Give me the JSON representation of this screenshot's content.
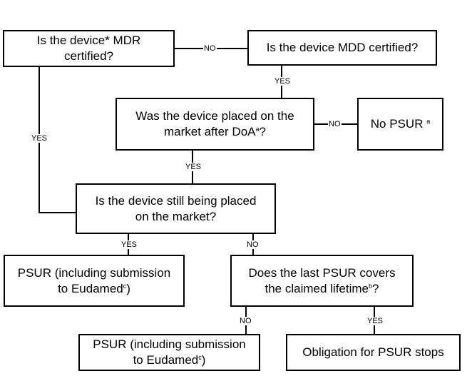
{
  "boxes": {
    "mdr": {
      "line1": "Is the device* MDR",
      "line2": "certified?"
    },
    "mdd": {
      "line1": "Is the device MDD certified?"
    },
    "placed_after_doa": {
      "line1": "Was the device placed on the",
      "line2_pre": "market after DoA",
      "line2_sup": "a",
      "line2_post": "?"
    },
    "no_psur": {
      "text": "No PSUR",
      "sup": "a"
    },
    "still_placed": {
      "line1": "Is the device still being placed",
      "line2": "on the market?"
    },
    "psur_left": {
      "line1": "PSUR (including submission",
      "line2_pre": "to Eudamed",
      "line2_sup": "c",
      "line2_post": ")"
    },
    "last_psur": {
      "line1": "Does the last PSUR covers",
      "line2_pre": "the claimed lifetime",
      "line2_sup": "b",
      "line2_post": "?"
    },
    "psur_bottom": {
      "line1": "PSUR (including submission",
      "line2_pre": "to Eudamed",
      "line2_sup": "c",
      "line2_post": ")"
    },
    "obligation_stops": {
      "text": "Obligation for PSUR stops"
    }
  },
  "labels": {
    "mdr_to_mdd": "NO",
    "mdd_to_doa": "YES",
    "mdr_to_still": "YES",
    "doa_to_nopsur": "NO",
    "doa_to_still": "YES",
    "still_to_psur": "YES",
    "still_to_last": "NO",
    "last_to_psur": "NO",
    "last_to_stops": "YES"
  }
}
